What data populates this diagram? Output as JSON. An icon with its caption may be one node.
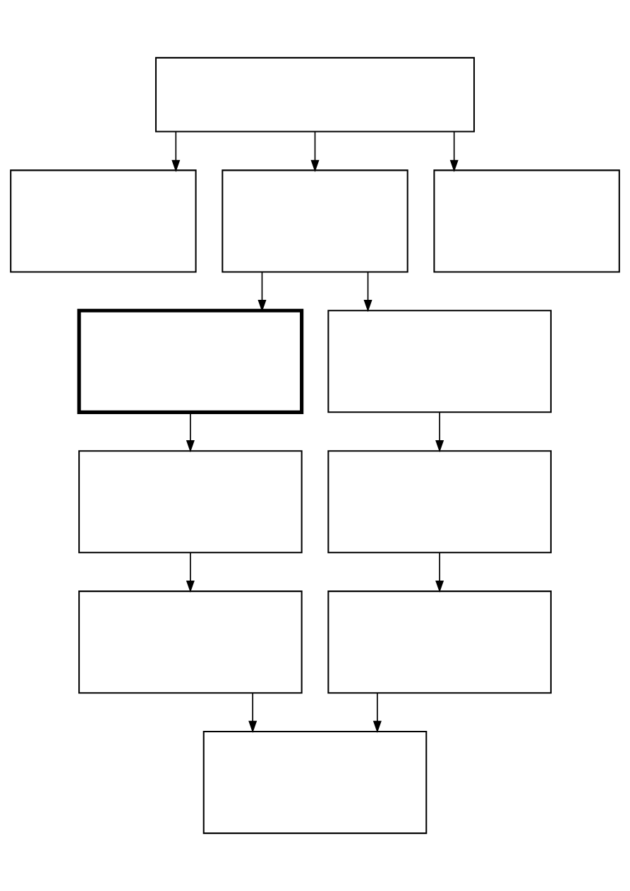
{
  "diagram": {
    "nodes": [
      {
        "text": [],
        "shape": "box"
      },
      {
        "text": [],
        "shape": "box"
      },
      {
        "text": [],
        "shape": "box"
      },
      {
        "text": [],
        "shape": "box"
      },
      {
        "text": [],
        "shape": "box"
      },
      {
        "text": [],
        "shape": "box"
      },
      {
        "text": [],
        "shape": "box"
      },
      {
        "text": [],
        "shape": "box"
      },
      {
        "text": [],
        "shape": "box"
      },
      {
        "text": [],
        "shape": "box"
      },
      {
        "text": [],
        "shape": "box"
      }
    ],
    "edges": [
      {
        "from": 0,
        "to": 1,
        "arrow": "to"
      },
      {
        "from": 0,
        "to": 2,
        "arrow": "to"
      },
      {
        "from": 0,
        "to": 3,
        "arrow": "to"
      },
      {
        "from": 2,
        "to": 4,
        "arrow": "to"
      },
      {
        "from": 2,
        "to": 5,
        "arrow": "to"
      },
      {
        "from": 4,
        "to": 6,
        "arrow": "to"
      },
      {
        "from": 5,
        "to": 7,
        "arrow": "to"
      },
      {
        "from": 6,
        "to": 8,
        "arrow": "to"
      },
      {
        "from": 7,
        "to": 9,
        "arrow": "to"
      },
      {
        "from": 8,
        "to": 10,
        "arrow": "to"
      },
      {
        "from": 9,
        "to": 10,
        "arrow": "to"
      }
    ]
  }
}
